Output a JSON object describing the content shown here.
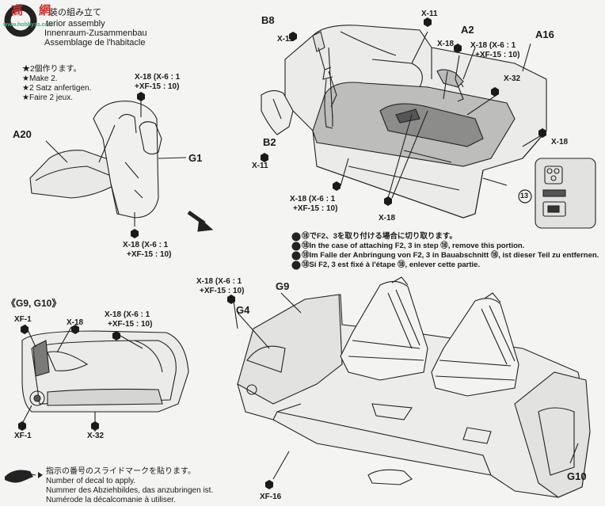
{
  "watermark": {
    "cn": "高 網",
    "url": "www.hobbyss.com"
  },
  "header": {
    "jp": "装の組み立て",
    "en": "terior assembly",
    "de": "Innenraum-Zusammenbau",
    "fr": "Assemblage de l'habitacle"
  },
  "make2": {
    "jp": "★2個作ります。",
    "en": "★Make 2.",
    "de": "★2 Satz anfertigen.",
    "fr": "★Faire 2 jeux."
  },
  "parts": {
    "A20": "A20",
    "G1": "G1",
    "B8": "B8",
    "B2": "B2",
    "A2": "A2",
    "A16": "A16",
    "G9": "G9",
    "G4": "G4",
    "G10": "G10",
    "G9G10": "《G9, G10》",
    "step13": "13"
  },
  "paints": {
    "x11": "X-11",
    "x18": "X-18",
    "x18mix": "X-18 (X-6 : 1",
    "xf15": "+XF-15 : 10)",
    "x32": "X-32",
    "xf1": "XF-1",
    "xf16": "XF-16"
  },
  "cutnote": {
    "jp": "⑱でF2、3を取り付ける場合に切り取ります。",
    "en": "⑱In the case of attaching F2, 3 in step ⑱, remove this portion.",
    "de": "⑱Im Falle der Anbringung von F2, 3 in Bauabschnitt ⑱, ist dieser Teil zu entfernen.",
    "fr": "⑱Si F2, 3 est fixé à l'étape ⑱, enlever cette partie."
  },
  "decalnote": {
    "jp": "指示の番号のスライドマークを貼ります。",
    "en": "Number of decal to apply.",
    "de": "Nummer des Abziehbildes, das anzubringen ist.",
    "fr": "Numérode la décalcomanie à utiliser."
  }
}
